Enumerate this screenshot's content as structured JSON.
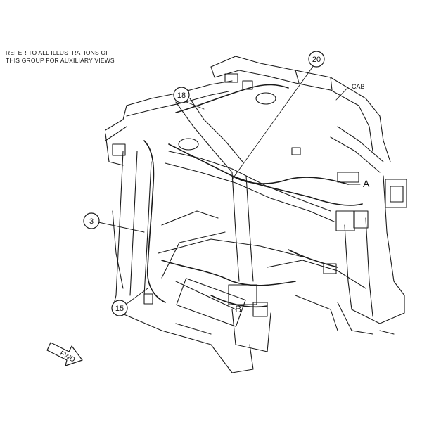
{
  "note": {
    "line1": "REFER TO ALL ILLUSTRATIONS OF",
    "line2": "THIS GROUP FOR AUXILIARY VIEWS"
  },
  "callouts": [
    {
      "id": "callout-18",
      "number": "18"
    },
    {
      "id": "callout-20",
      "number": "20"
    },
    {
      "id": "callout-3",
      "number": "3"
    },
    {
      "id": "callout-15",
      "number": "15"
    }
  ],
  "labels": {
    "cab": "CAB",
    "view_a": "A",
    "view_b": "B",
    "fwd": "FWD"
  },
  "colors": {
    "line": "#1a1a1a",
    "background": "#ffffff"
  }
}
